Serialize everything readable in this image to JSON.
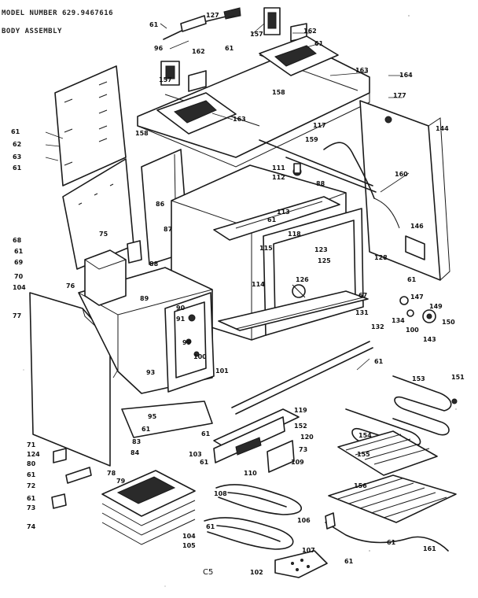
{
  "header": {
    "line1": "MODEL NUMBER 629.9467616",
    "line2": "BODY ASSEMBLY"
  },
  "page_code": "C5",
  "part_labels": [
    "61",
    "96",
    "127",
    "157",
    "162",
    "61",
    "162",
    "61",
    "157",
    "163",
    "164",
    "177",
    "158",
    "163",
    "158",
    "61",
    "62",
    "63",
    "61",
    "117",
    "144",
    "159",
    "111",
    "112",
    "88",
    "160",
    "86",
    "113",
    "61",
    "118",
    "146",
    "68",
    "75",
    "87",
    "115",
    "123",
    "125",
    "128",
    "61",
    "69",
    "70",
    "104",
    "76",
    "88",
    "114",
    "126",
    "67",
    "61",
    "77",
    "89",
    "90",
    "91",
    "99",
    "100",
    "131",
    "147",
    "149",
    "134",
    "100",
    "143",
    "150",
    "132",
    "61",
    "93",
    "101",
    "153",
    "151",
    "95",
    "61",
    "83",
    "61",
    "84",
    "119",
    "152",
    "120",
    "73",
    "109",
    "154",
    "155",
    "71",
    "124",
    "80",
    "61",
    "72",
    "61",
    "73",
    "74",
    "78",
    "79",
    "103",
    "61",
    "110",
    "108",
    "106",
    "104",
    "105",
    "61",
    "107",
    "156",
    "61",
    "161",
    "102",
    "61"
  ]
}
